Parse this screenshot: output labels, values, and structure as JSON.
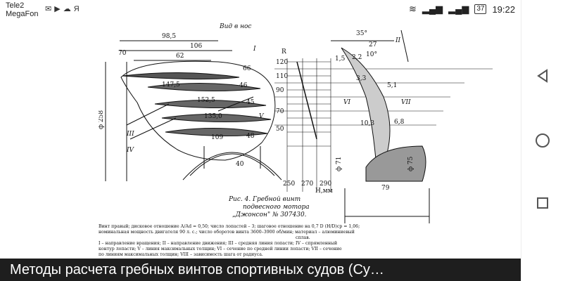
{
  "status": {
    "carrier1": "Tele2",
    "carrier2": "MegaFon",
    "battery": "37",
    "time": "19:22",
    "yandex": "Я"
  },
  "figure": {
    "labels": {
      "d385": "98,5",
      "d106": "106",
      "d62": "62",
      "d70": "70",
      "d1475": "147,5",
      "d1525": "152,5",
      "d1350": "135,0",
      "d109": "109",
      "d48": "48",
      "d45": "45",
      "d46": "46",
      "d66": "66",
      "d258": "ф 258",
      "view": "Вид в нос",
      "r": "R",
      "r120": "120",
      "r110": "110",
      "r90": "90",
      "r70": "70",
      "r50": "50",
      "h250": "250",
      "h270": "270",
      "h290": "290",
      "hunit": "Н,мм",
      "a35": "35°",
      "a10": "10°",
      "d27": "27",
      "d15": "1,5",
      "d22": "2,2",
      "d33": "3,3",
      "d51": "5,1",
      "d68": "6,8",
      "d103": "10,3",
      "d71": "ф 71",
      "d75": "ф 75",
      "d79": "79",
      "d40": "40",
      "roman1": "I",
      "roman2": "II",
      "roman3": "III",
      "roman4": "IV",
      "roman5": "V",
      "roman6": "VI",
      "roman7": "VII",
      "cap1": "Рис. 4. Гребной винт",
      "cap2": "подвесного мотора",
      "cap3": "„Джонсон\" № 307430.",
      "desc1": "Винт правый; дисковое отношение А/Аd = 0,50; число лопастей – 3; шаговое отношение на 0,7 D (H/D)ср = 1,06;",
      "desc2": "номинальная мощность двигателя 90 л. с.; число оборотов винта 3600–3900 об/мин; материал – алюминиевый",
      "desc3": "сплав.",
      "desc4": "I – направление вращения; II – направление движения; III – средняя линия лопасти; IV – спрямленный",
      "desc5": "контур лопасти; V – линия максимальных толщин; VI – сечение по средней линии лопасти; VII – сечение",
      "desc6": "по линиям максимальных толщин; VIII – зависимость шага от радиуса."
    }
  },
  "caption": "Методы расчета гребных винтов спортивных судов (Су…",
  "nav": {
    "back": "back-icon",
    "home": "home-icon",
    "recents": "recents-icon"
  }
}
